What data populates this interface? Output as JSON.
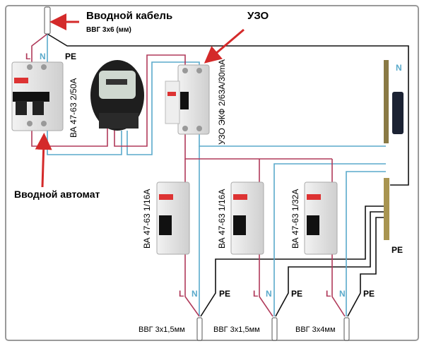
{
  "title": {
    "main": "Вводной кабель",
    "sub": "ВВГ 3х6 (мм)"
  },
  "rcd_callout": "УЗО",
  "main_breaker_callout": "Вводной автомат",
  "wire_labels": {
    "L": "L",
    "N": "N",
    "PE": "PE"
  },
  "main_breaker_label": "ВА 47-63 2/50А",
  "rcd_label": "УЗО ЭКФ 2/63А/30mA",
  "n_bus_label": "N",
  "pe_bus_label": "PE",
  "groups": [
    {
      "breaker": "ВА 47-63 1/16А",
      "cable": "ВВГ 3х1,5мм"
    },
    {
      "breaker": "ВА 47-63 1/16А",
      "cable": "ВВГ 3х1,5мм"
    },
    {
      "breaker": "ВА 47-63 1/32А",
      "cable": "ВВГ 3х4мм"
    }
  ],
  "colors": {
    "L": "#b03a5a",
    "N": "#5aaacb",
    "PE": "#111111",
    "arrow": "#d42a2a"
  }
}
